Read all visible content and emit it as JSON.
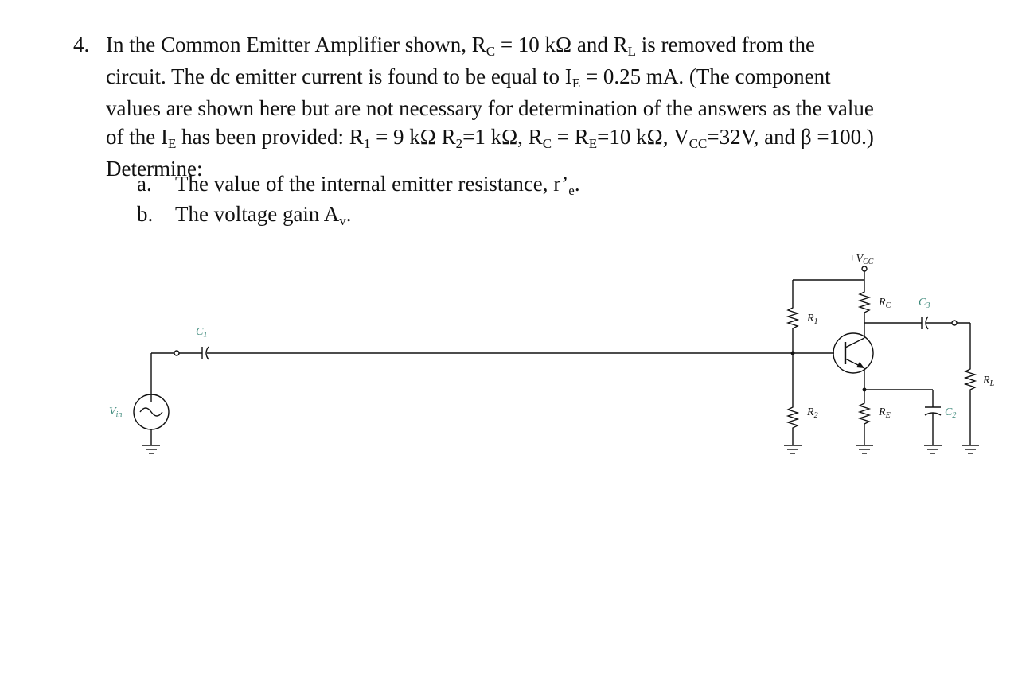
{
  "problem": {
    "number": "4.",
    "line1": {
      "a": "In the Common Emitter Amplifier shown, R",
      "a_sub": "C",
      "b": " = 10 kΩ and R",
      "b_sub": "L",
      "c": " is removed from the"
    },
    "line2": {
      "a": "circuit. The dc emitter current is found to be equal to I",
      "a_sub": "E",
      "b": " = 0.25 mA. (The component"
    },
    "line3": "values are shown here but are not necessary for determination of the answers as the value",
    "line4": {
      "a": "of the I",
      "a_sub": "E",
      "b": " has been provided: R",
      "b_sub": "1",
      "c": " = 9 kΩ R",
      "c_sub": "2",
      "d": "=1 kΩ, R",
      "d_sub": "C",
      "e": " = R",
      "e_sub": "E",
      "f": "=10 kΩ, V",
      "f_sub": "CC",
      "g": "=32V, and β =100.)"
    },
    "line5": "Determine:",
    "parts": [
      {
        "letter": "a.",
        "text": "The value of the internal emitter resistance, r’",
        "sub": "e",
        "end": "."
      },
      {
        "letter": "b.",
        "text": "The voltage gain A",
        "sub": "v",
        "end": "."
      }
    ]
  },
  "circuit": {
    "vcc": {
      "main": "+V",
      "sub": "CC"
    },
    "rc": {
      "main": "R",
      "sub": "C"
    },
    "c3": {
      "main": "C",
      "sub": "3"
    },
    "r1": {
      "main": "R",
      "sub": "1"
    },
    "c1": {
      "main": "C",
      "sub": "1"
    },
    "rl": {
      "main": "R",
      "sub": "L"
    },
    "vin": {
      "main": "V",
      "sub": "in"
    },
    "r2": {
      "main": "R",
      "sub": "2"
    },
    "re": {
      "main": "R",
      "sub": "E"
    },
    "c2": {
      "main": "C",
      "sub": "2"
    },
    "label_color_green": "#3f8a7c"
  }
}
